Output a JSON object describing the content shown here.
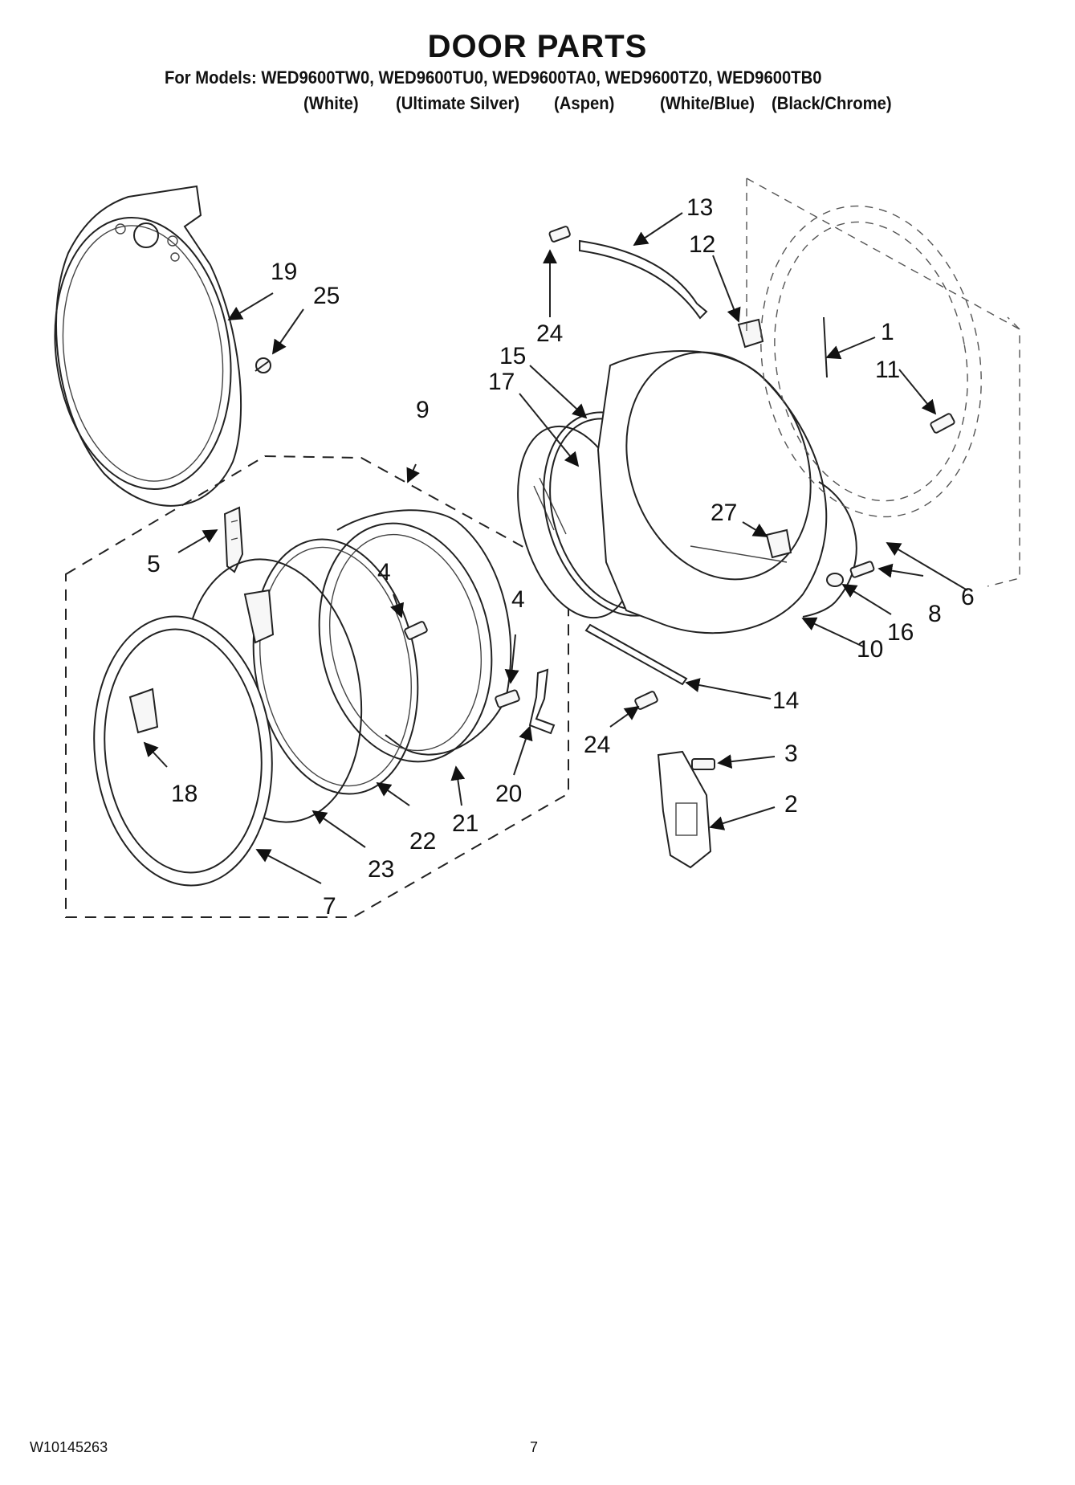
{
  "header": {
    "title": "DOOR PARTS",
    "models_line": "For Models: WED9600TW0, WED9600TU0, WED9600TA0, WED9600TZ0, WED9600TB0",
    "colors": [
      "(White)",
      "(Ultimate Silver)",
      "(Aspen)",
      "(White/Blue)",
      "(Black/Chrome)"
    ]
  },
  "callouts": {
    "c1": "1",
    "c2": "2",
    "c3": "3",
    "c4a": "4",
    "c4b": "4",
    "c5": "5",
    "c6": "6",
    "c7": "7",
    "c8": "8",
    "c9": "9",
    "c10": "10",
    "c11": "11",
    "c12": "12",
    "c13": "13",
    "c14": "14",
    "c15": "15",
    "c16": "16",
    "c17": "17",
    "c18": "18",
    "c19": "19",
    "c20": "20",
    "c21": "21",
    "c22": "22",
    "c23": "23",
    "c24a": "24",
    "c24b": "24",
    "c25": "25",
    "c27": "27"
  },
  "footer": {
    "part_number": "W10145263",
    "page_number": "7"
  }
}
